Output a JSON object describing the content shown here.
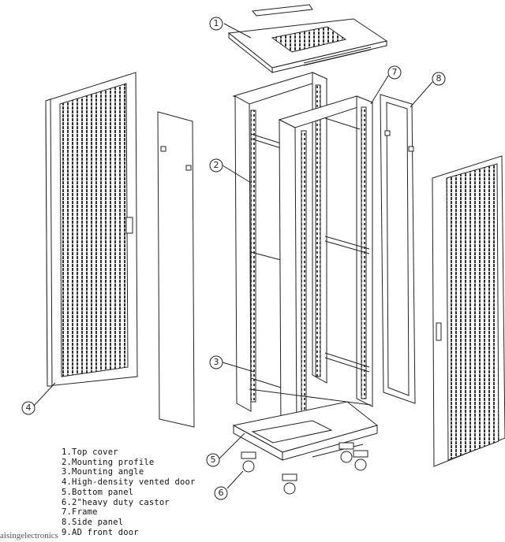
{
  "callouts": [
    "1",
    "2",
    "3",
    "4",
    "5",
    "6",
    "7",
    "8"
  ],
  "legend": [
    "1.Top cover",
    "2.Mounting profile",
    "3.Mounting angle",
    "4.High-density vented door",
    "5.Bottom panel",
    "6.2\"heavy duty castor",
    "7.Frame",
    "8.Side panel",
    "9.AD front door"
  ],
  "watermark": "aisingelectronics",
  "colors": {
    "line": "#222222",
    "fill": "#ffffff",
    "vent": "#333333"
  }
}
